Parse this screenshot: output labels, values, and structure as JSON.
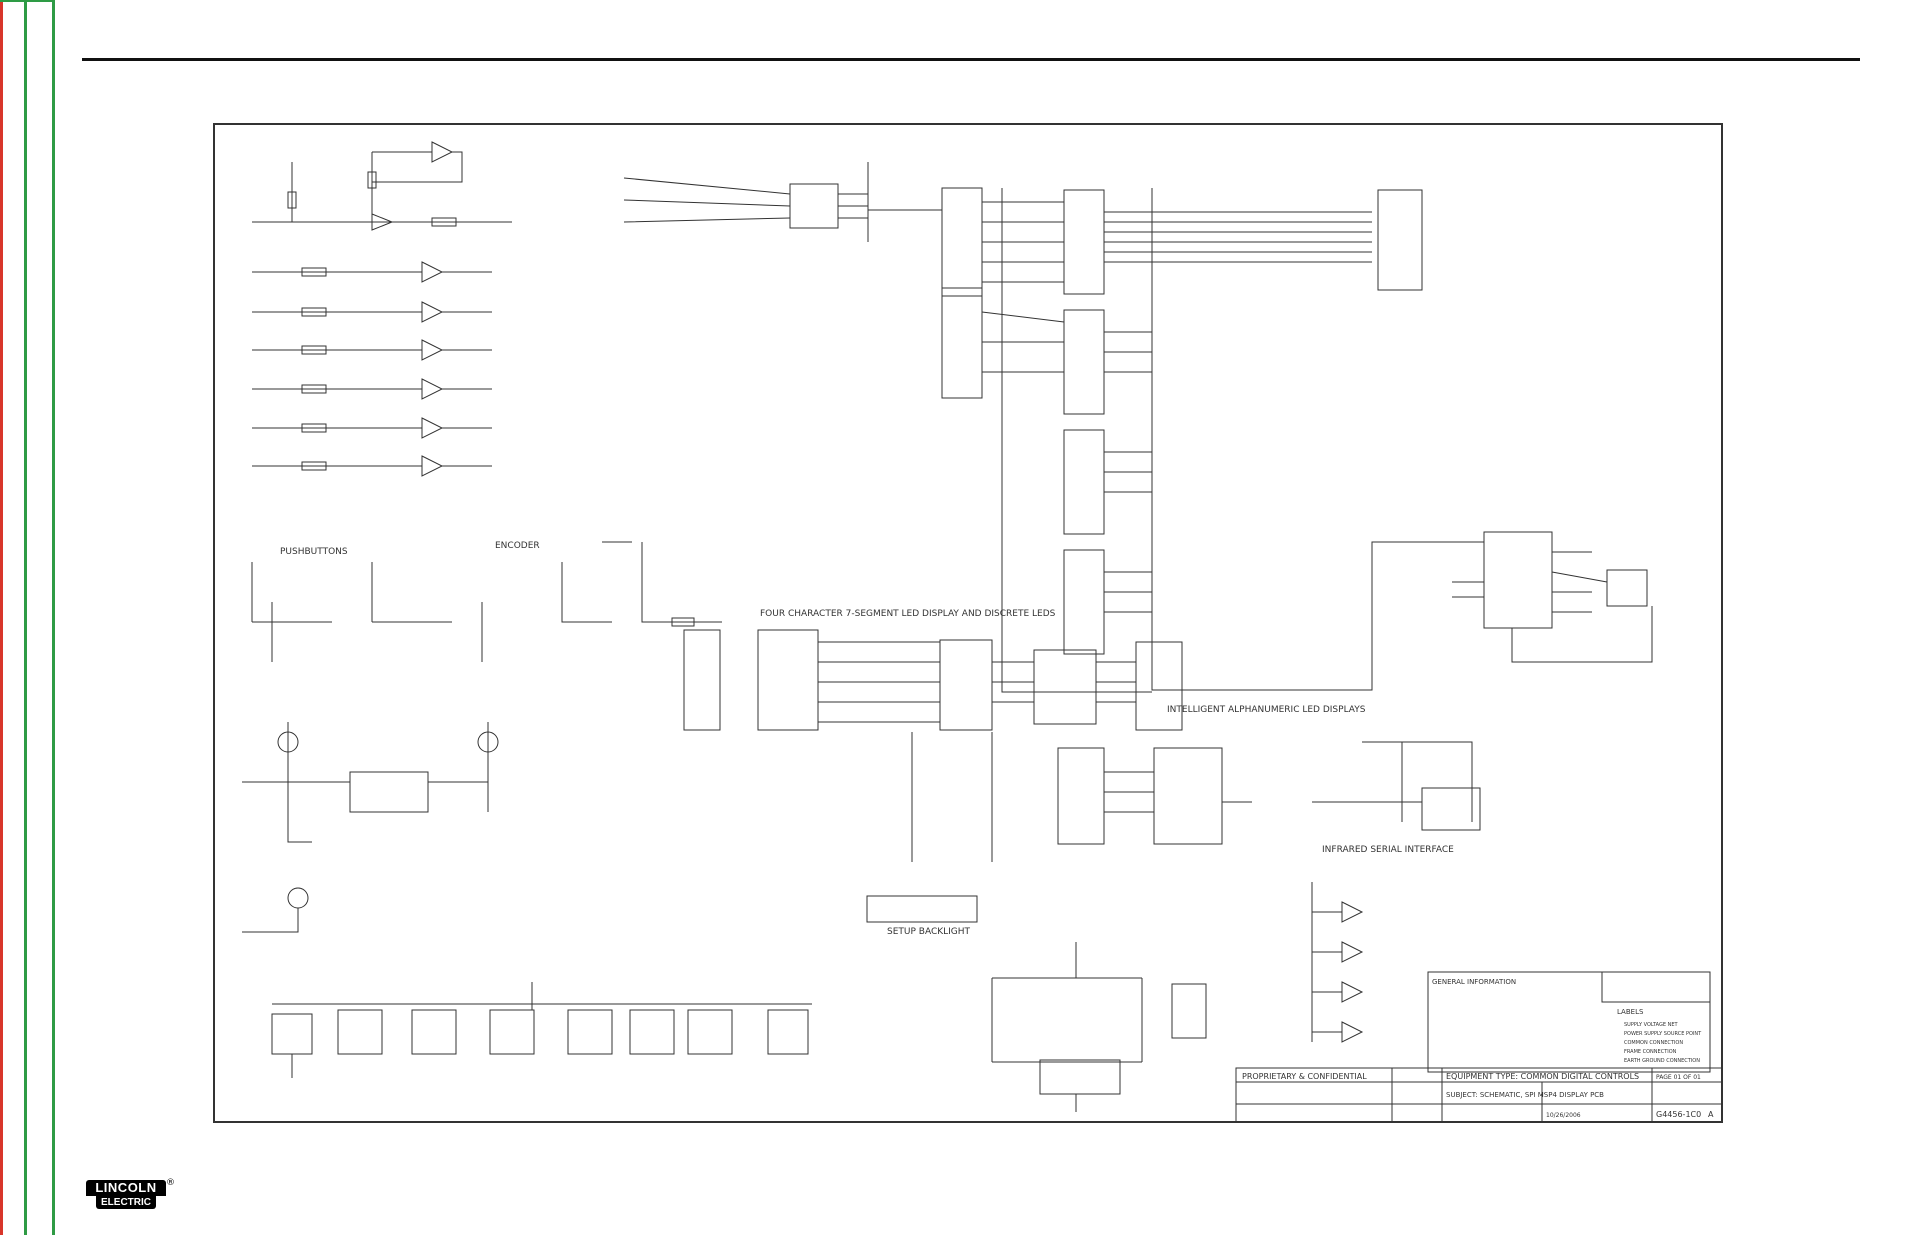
{
  "brand": {
    "logo_top": "LINCOLN",
    "logo_bottom": "ELECTRIC",
    "logo_reg": "®"
  },
  "sections": {
    "pushbuttons": "PUSHBUTTONS",
    "encoder": "ENCODER",
    "seven_seg": "FOUR CHARACTER 7-SEGMENT LED DISPLAY AND DISCRETE LEDS",
    "alphanumeric": "INTELLIGENT ALPHANUMERIC LED DISPLAYS",
    "infrared": "INFRARED SERIAL INTERFACE",
    "backlight": "SETUP BACKLIGHT"
  },
  "title_block": {
    "proprietary": "PROPRIETARY & CONFIDENTIAL",
    "general_info": "GENERAL INFORMATION",
    "equipment_type": "EQUIPMENT TYPE: COMMON DIGITAL CONTROLS",
    "subject": "SUBJECT: SCHEMATIC, SPI MSP4 DISPLAY PCB",
    "page": "PAGE 01 OF 01",
    "doc_number": "G4456-1C0",
    "revision": "A",
    "date": "10/26/2006",
    "labels_heading": "LABELS",
    "labels": [
      "SUPPLY VOLTAGE NET",
      "POWER SUPPLY SOURCE POINT",
      "COMMON CONNECTION",
      "FRAME CONNECTION",
      "EARTH GROUND CONNECTION"
    ]
  },
  "colors": {
    "left_margin_red": "#d8352a",
    "left_margin_green": "#2e9b45",
    "ink": "#222222"
  }
}
